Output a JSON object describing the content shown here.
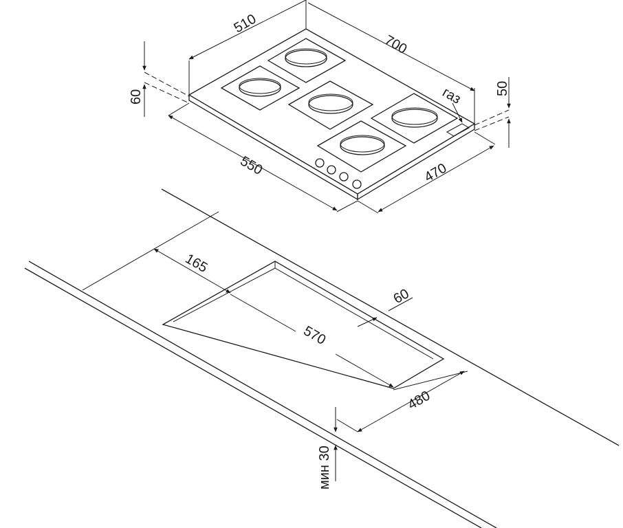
{
  "hob": {
    "depth_label": "510",
    "width_label": "700",
    "height_left_label": "60",
    "height_right_label": "50",
    "gas_label": "газ",
    "bottom_width_label": "550",
    "bottom_depth_label": "470"
  },
  "countertop": {
    "offset_label": "165",
    "back_gap_label": "60",
    "cutout_width_label": "570",
    "cutout_depth_label": "480",
    "min_thickness_label": "мин 30"
  }
}
